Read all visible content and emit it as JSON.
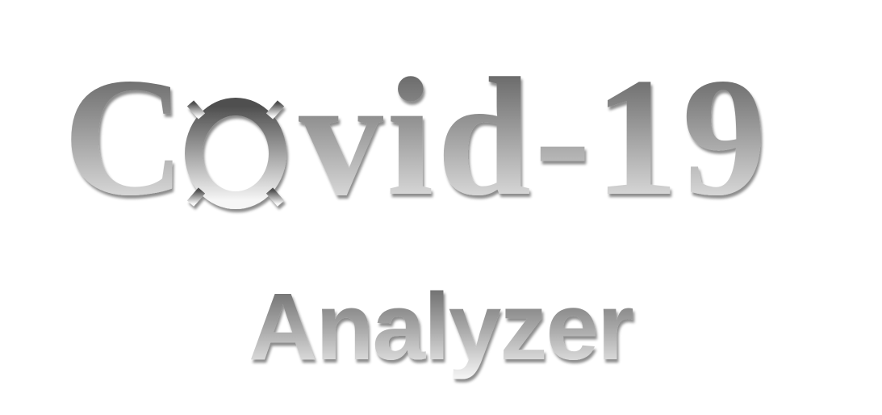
{
  "logo": {
    "title_left": "C",
    "title_right": "vid-19",
    "title_full": "Covid-19",
    "subtitle": "Analyzer",
    "virus_icon": "virus-icon",
    "colors": {
      "text_light": "#f4f4f4",
      "text_dark": "#5a5a5a",
      "background": "#ffffff"
    }
  }
}
